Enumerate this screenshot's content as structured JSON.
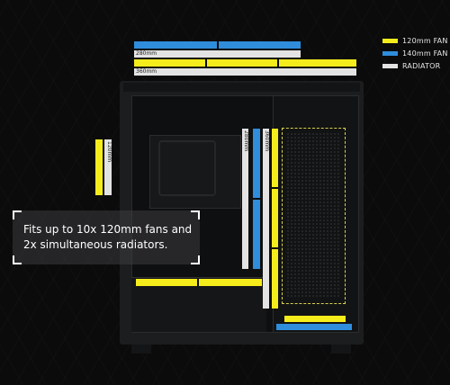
{
  "legend": {
    "items": [
      {
        "label": "120mm FAN",
        "color": "#f5ec1c"
      },
      {
        "label": "140mm FAN",
        "color": "#2f8ddb"
      },
      {
        "label": "RADIATOR",
        "color": "#e3e3e3"
      }
    ]
  },
  "dimensions": {
    "top_280": "280mm",
    "top_360": "360mm",
    "side_120": "120mm",
    "mid_280": "280mm",
    "mid_360": "360mm"
  },
  "callout": {
    "line1": "Fits up to 10x 120mm fans and",
    "line2": "2x simultaneous radiators."
  },
  "colors": {
    "yellow": "#f5ec1c",
    "blue": "#2f8ddb",
    "white": "#e3e3e3",
    "background": "#0b0b0c"
  }
}
